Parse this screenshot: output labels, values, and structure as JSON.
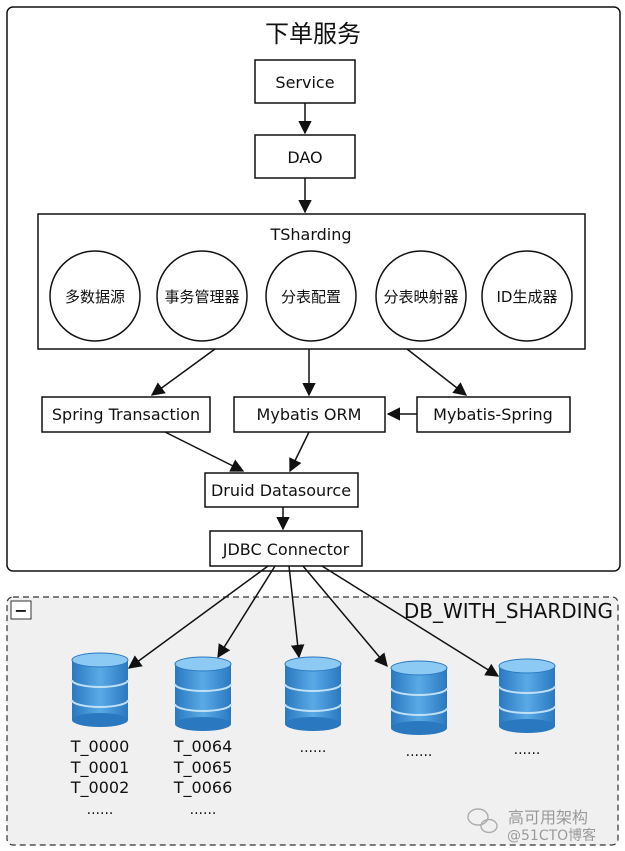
{
  "outer_box": {
    "title": "下单服务"
  },
  "boxes": {
    "service": "Service",
    "dao": "DAO",
    "tsharding": "TSharding",
    "spring_tx": "Spring Transaction",
    "mybatis_orm": "Mybatis ORM",
    "mybatis_spring": "Mybatis-Spring",
    "druid": "Druid Datasource",
    "jdbc": "JDBC Connector"
  },
  "tsharding_modules": [
    "多数据源",
    "事务管理器",
    "分表配置",
    "分表映射器",
    "ID生成器"
  ],
  "db_group": {
    "title": "DB_WITH_SHARDING",
    "collapse_symbol": "−",
    "databases": [
      {
        "tables": [
          "T_0000",
          "T_0001",
          "T_0002",
          "......"
        ]
      },
      {
        "tables": [
          "T_0064",
          "T_0065",
          "T_0066",
          "......"
        ]
      },
      {
        "tables": [
          "......"
        ]
      },
      {
        "tables": [
          "......"
        ]
      },
      {
        "tables": [
          "......"
        ]
      }
    ]
  },
  "watermark": {
    "line1": "高可用架构",
    "line2": "@51CTO博客"
  },
  "colors": {
    "db_fill": "#3d8fd6",
    "db_top": "#7cc0f0",
    "db_group_bg": "#f0f0f0"
  }
}
